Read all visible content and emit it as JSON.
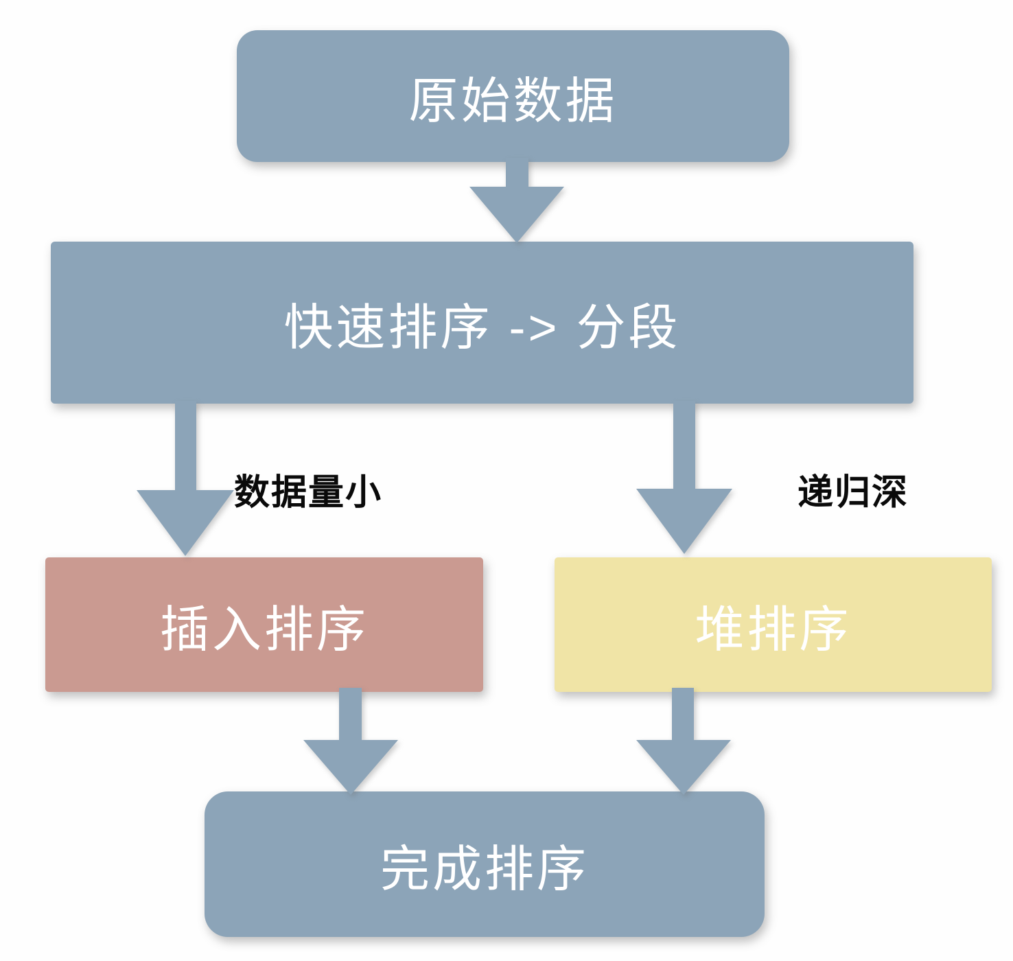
{
  "diagram": {
    "type": "flowchart",
    "nodes": [
      {
        "id": "original",
        "label": "原始数据",
        "fill": "#8ca4b8",
        "text_color": "#ffffff",
        "shape": "rounded-rect"
      },
      {
        "id": "quicksort",
        "label": "快速排序 -> 分段",
        "fill": "#8ca4b8",
        "text_color": "#ffffff",
        "shape": "rect"
      },
      {
        "id": "insertion",
        "label": "插入排序",
        "fill": "#ca9a91",
        "text_color": "#ffffff",
        "shape": "rect"
      },
      {
        "id": "heap",
        "label": "堆排序",
        "fill": "#f0e4a6",
        "text_color": "#ffffff",
        "shape": "rect"
      },
      {
        "id": "done",
        "label": "完成排序",
        "fill": "#8ca4b8",
        "text_color": "#ffffff",
        "shape": "rounded-rect"
      }
    ],
    "edges": [
      {
        "from": "original",
        "to": "quicksort",
        "label": ""
      },
      {
        "from": "quicksort",
        "to": "insertion",
        "label": "数据量小"
      },
      {
        "from": "quicksort",
        "to": "heap",
        "label": "递归深"
      },
      {
        "from": "insertion",
        "to": "done",
        "label": ""
      },
      {
        "from": "heap",
        "to": "done",
        "label": ""
      }
    ],
    "colors": {
      "arrow": "#8ca4b8",
      "background": "#fefefe",
      "edge_label_text": "#0a0a0a"
    }
  }
}
